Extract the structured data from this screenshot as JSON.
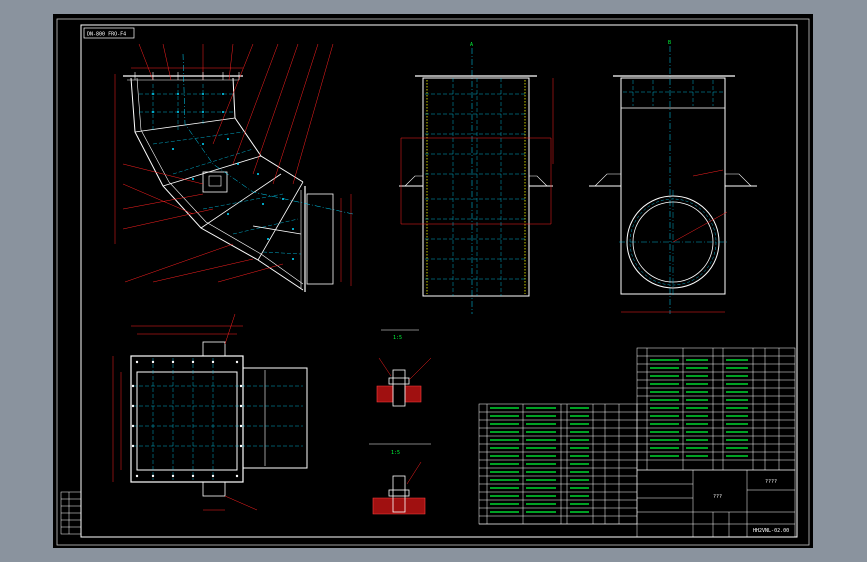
{
  "title_tag": "DN-800  FRO-F4",
  "title_block": {
    "name_cell": "???",
    "name_cell_2": "????",
    "drawing_no": "HH2VNL-02.00"
  },
  "section_labels": {
    "view_a": "A",
    "view_b": "B",
    "detail_1": "1:5",
    "detail_2": "1:5"
  },
  "colors": {
    "background": "#000000",
    "border": "#ffffff",
    "outline": "#ffffff",
    "dimension": "#ff2020",
    "centerline": "#00d8ff",
    "text": "#00ff3a",
    "hatch": "#ff4040",
    "weld": "#ffff00"
  }
}
